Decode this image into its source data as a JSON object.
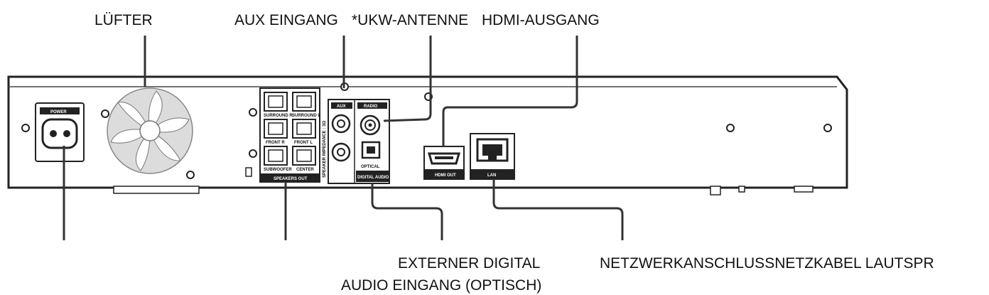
{
  "callouts": {
    "fan": "LÜFTER",
    "aux_in": "AUX EINGANG",
    "fm_antenna": "*UKW-ANTENNE",
    "hdmi_out": "HDMI-AUSGANG",
    "optical_in_line1": "EXTERNER DIGITAL",
    "optical_in_line2": "AUDIO EINGANG (OPTISCH)",
    "bottom_right": "NETZWERKANSCHLUSSNETZKABEL LAUTSPR"
  },
  "panel_labels": {
    "power": "POWER",
    "speakers_out": "SPEAKERS OUT",
    "speaker_impedance": "SPEAKER IMPEDANCE : 3Ω",
    "aux": "AUX",
    "radio": "RADIO",
    "optical": "OPTICAL",
    "digital_audio_in": "DIGITAL AUDIO IN",
    "hdmi_out": "HDMI OUT",
    "lan": "LAN",
    "sp_surround_r": "SURROUND R",
    "sp_surround_l": "SURROUND L",
    "sp_front_r": "FRONT R",
    "sp_front_l": "FRONT L",
    "sp_subwoofer": "SUBWOOFER",
    "sp_center": "CENTER"
  },
  "colors": {
    "line": "#333333",
    "panel": "#ffffff",
    "fan": "#dcdcdc"
  }
}
